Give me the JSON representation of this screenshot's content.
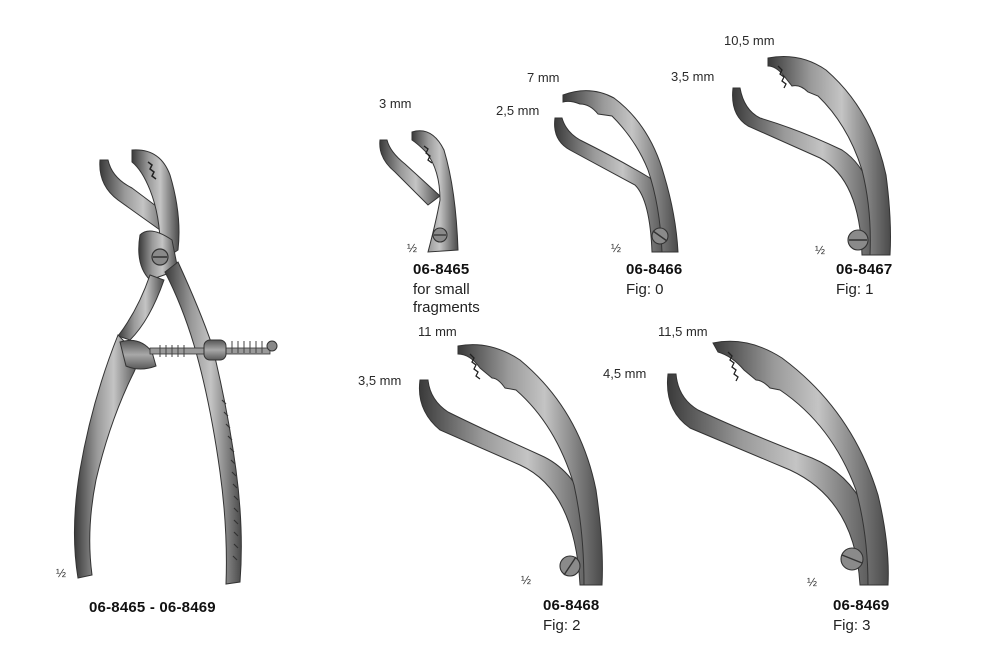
{
  "main_instrument": {
    "scale": "½",
    "range_label": "06-8465 - 06-8469"
  },
  "variants": [
    {
      "code": "06-8465",
      "note_line1": "for small",
      "note_line2": "fragments",
      "scale": "½",
      "dim_top": "3 mm",
      "dim_side": ""
    },
    {
      "code": "06-8466",
      "fig": "Fig: 0",
      "scale": "½",
      "dim_top": "7 mm",
      "dim_side": "2,5 mm"
    },
    {
      "code": "06-8467",
      "fig": "Fig: 1",
      "scale": "½",
      "dim_top": "10,5 mm",
      "dim_side": "3,5 mm"
    },
    {
      "code": "06-8468",
      "fig": "Fig: 2",
      "scale": "½",
      "dim_top": "11 mm",
      "dim_side": "3,5 mm"
    },
    {
      "code": "06-8469",
      "fig": "Fig: 3",
      "scale": "½",
      "dim_top": "11,5 mm",
      "dim_side": "4,5 mm"
    }
  ],
  "colors": {
    "metal_dark": "#3a3a3a",
    "metal_mid": "#777777",
    "metal_light": "#b8b8b8",
    "background": "#ffffff"
  }
}
